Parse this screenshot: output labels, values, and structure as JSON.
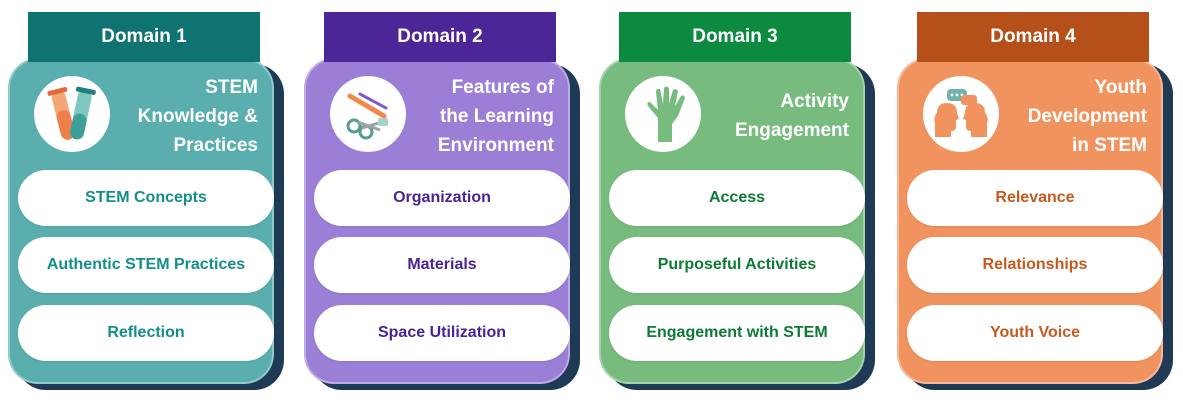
{
  "domains": [
    {
      "tab": "Domain 1",
      "title_lines": [
        "STEM",
        "Knowledge &",
        "Practices"
      ],
      "icon": "test-tubes-icon",
      "items": [
        "STEM Concepts",
        "Authentic STEM Practices",
        "Reflection"
      ]
    },
    {
      "tab": "Domain 2",
      "title_lines": [
        "Features of",
        "the Learning",
        "Environment"
      ],
      "icon": "art-supplies-icon",
      "items": [
        "Organization",
        "Materials",
        "Space Utilization"
      ]
    },
    {
      "tab": "Domain 3",
      "title_lines": [
        "Activity",
        "Engagement"
      ],
      "icon": "raised-hand-icon",
      "items": [
        "Access",
        "Purposeful Activities",
        "Engagement with STEM"
      ]
    },
    {
      "tab": "Domain 4",
      "title_lines": [
        "Youth",
        "Development",
        "in STEM"
      ],
      "icon": "conversation-heads-icon",
      "items": [
        "Relevance",
        "Relationships",
        "Youth Voice"
      ]
    }
  ]
}
